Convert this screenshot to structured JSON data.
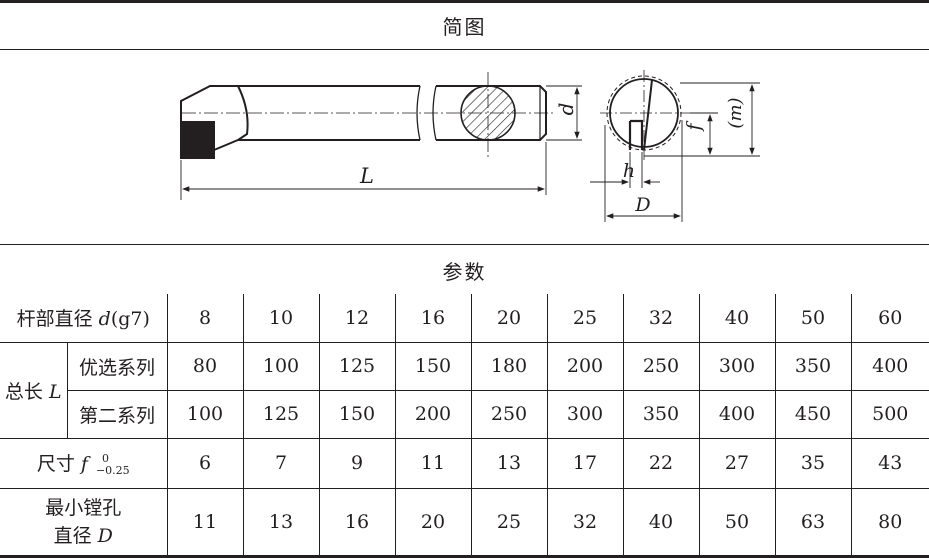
{
  "section_titles": {
    "diagram": "简图",
    "parameters": "参数"
  },
  "diagram_labels": {
    "L": "L",
    "d": "d",
    "f": "f",
    "m": "(m)",
    "h": "h",
    "D": "D"
  },
  "table": {
    "row1": {
      "label_text": "杆部直径 ",
      "label_symbol": "d",
      "label_suffix": "(g7)",
      "values": [
        "8",
        "10",
        "12",
        "16",
        "20",
        "25",
        "32",
        "40",
        "50",
        "60"
      ]
    },
    "total_length": {
      "group_text": "总长 ",
      "group_symbol": "L",
      "preferred": {
        "label": "优选系列",
        "values": [
          "80",
          "100",
          "125",
          "150",
          "180",
          "200",
          "250",
          "300",
          "350",
          "400"
        ]
      },
      "second": {
        "label": "第二系列",
        "values": [
          "100",
          "125",
          "150",
          "200",
          "250",
          "300",
          "350",
          "400",
          "450",
          "500"
        ]
      }
    },
    "row_f": {
      "label_text": "尺寸 ",
      "label_symbol": "f",
      "tol_upper": "0",
      "tol_lower": "−0.25",
      "values": [
        "6",
        "7",
        "9",
        "11",
        "13",
        "17",
        "22",
        "27",
        "35",
        "43"
      ]
    },
    "row_D": {
      "label_line1": "最小镗孔",
      "label_line2_text": "直径 ",
      "label_line2_symbol": "D",
      "values": [
        "11",
        "13",
        "16",
        "20",
        "25",
        "32",
        "40",
        "50",
        "63",
        "80"
      ]
    }
  }
}
